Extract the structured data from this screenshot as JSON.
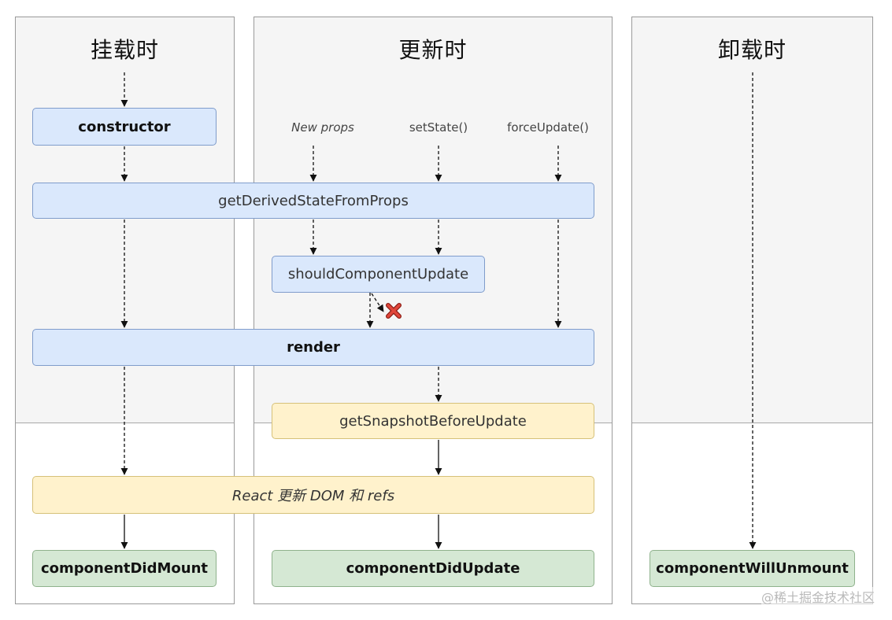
{
  "columns": {
    "mounting": {
      "title": "挂载时"
    },
    "updating": {
      "title": "更新时"
    },
    "unmounting": {
      "title": "卸载时"
    }
  },
  "triggers": {
    "new_props": "New props",
    "set_state": "setState()",
    "force_update": "forceUpdate()"
  },
  "boxes": {
    "constructor": "constructor",
    "get_derived_state": "getDerivedStateFromProps",
    "should_component_update": "shouldComponentUpdate",
    "render": "render",
    "get_snapshot": "getSnapshotBeforeUpdate",
    "react_updates_dom": "React 更新 DOM 和 refs",
    "component_did_mount": "componentDidMount",
    "component_did_update": "componentDidUpdate",
    "component_will_unmount": "componentWillUnmount"
  },
  "colors": {
    "blue_fill": "#dae8fc",
    "yellow_fill": "#fff2cc",
    "green_fill": "#d5e8d4",
    "cancel_mark": "#d9362b"
  },
  "icons": {
    "cancel": "red-x-icon"
  },
  "watermark": "@稀土掘金技术社区"
}
